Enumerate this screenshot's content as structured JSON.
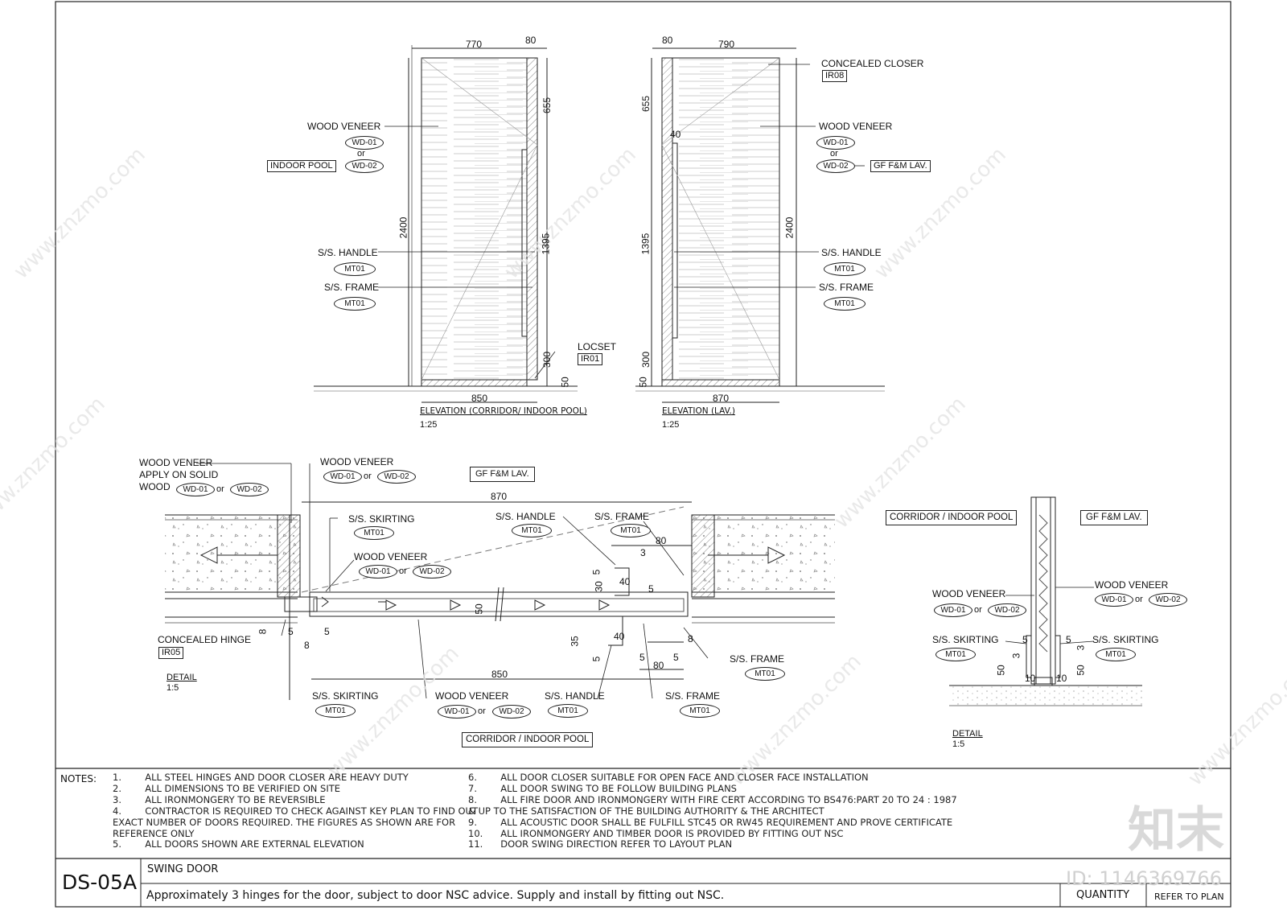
{
  "elevation_left": {
    "dims": {
      "width_top": "770",
      "frame_top": "80",
      "height": "2400",
      "top_seg": "655",
      "mid_seg": "1395",
      "low_seg": "300",
      "base": "50",
      "width_bottom": "850"
    },
    "labels": {
      "veneer": "WOOD VENEER",
      "wd01": "WD-01",
      "or": "or",
      "wd02": "WD-02",
      "location": "INDOOR POOL",
      "handle": "S/S. HANDLE",
      "handle_tag": "MT01",
      "frame": "S/S. FRAME",
      "frame_tag": "MT01",
      "locset": "LOCSET",
      "locset_tag": "IR01"
    },
    "caption": "ELEVATION (CORRIDOR/ INDOOR POOL)",
    "scale": "1:25"
  },
  "elevation_right": {
    "dims": {
      "frame_top": "80",
      "width_top": "790",
      "top_seg": "655",
      "gap": "40",
      "mid_seg": "1395",
      "height": "2400",
      "low_seg": "300",
      "base": "50",
      "width_bottom": "870"
    },
    "labels": {
      "closer": "CONCEALED CLOSER",
      "closer_tag": "IR08",
      "veneer": "WOOD VENEER",
      "wd01": "WD-01",
      "or": "or",
      "wd02": "WD-02",
      "location": "GF F&M LAV.",
      "handle": "S/S. HANDLE",
      "handle_tag": "MT01",
      "frame": "S/S. FRAME",
      "frame_tag": "MT01"
    },
    "caption": "ELEVATION (LAV.)",
    "scale": "1:25"
  },
  "plan_detail": {
    "labels": {
      "veneer_solid_1": "WOOD VENEER",
      "veneer_solid_2": "APPLY ON SOLID",
      "veneer_solid_3": "WOOD",
      "wd01": "WD-01",
      "or": "or",
      "wd02": "WD-02",
      "veneer_top": "WOOD VENEER",
      "lav": "GF F&M LAV.",
      "skirting_top": "S/S. SKIRTING",
      "mt01": "MT01",
      "veneer_mid": "WOOD VENEER",
      "handle_top": "S/S. HANDLE",
      "frame_top": "S/S. FRAME",
      "hinge": "CONCEALED HINGE",
      "hinge_tag": "IR05",
      "frame_right": "S/S. FRAME",
      "skirting_bottom": "S/S. SKIRTING",
      "veneer_bottom": "WOOD VENEER",
      "handle_bottom": "S/S. HANDLE",
      "frame_bottom": "S/S. FRAME",
      "corridor": "CORRIDOR / INDOOR POOL"
    },
    "dims": {
      "overall": "870",
      "door": "850",
      "d80a": "80",
      "d80b": "80",
      "d3": "3",
      "d30": "30",
      "d5a": "5",
      "d40a": "40",
      "d5b": "5",
      "d50": "50",
      "d8a": "8",
      "d5c": "5",
      "d5d": "5",
      "d8b": "8",
      "d35": "35",
      "d40b": "40",
      "d5e": "5",
      "d5f": "5",
      "d8c": "8",
      "d5g": "5"
    },
    "caption": "DETAIL",
    "scale": "1:5"
  },
  "section_detail": {
    "labels": {
      "corridor": "CORRIDOR / INDOOR POOL",
      "lav": "GF F&M LAV.",
      "veneer_l": "WOOD VENEER",
      "veneer_r": "WOOD VENEER",
      "wd01": "WD-01",
      "or": "or",
      "wd02": "WD-02",
      "skirting_l": "S/S. SKIRTING",
      "skirting_r": "S/S. SKIRTING",
      "mt01": "MT01"
    },
    "dims": {
      "d5a": "5",
      "d3a": "3",
      "d5b": "5",
      "d3b": "3",
      "d50a": "50",
      "d10a": "10",
      "d10b": "10",
      "d50b": "50"
    },
    "caption": "DETAIL",
    "scale": "1:5"
  },
  "notes": {
    "title": "NOTES:",
    "col1": "1.        ALL STEEL HINGES AND DOOR CLOSER ARE HEAVY DUTY\n2.        ALL DIMENSIONS TO BE VERIFIED ON SITE\n3.        ALL IRONMONGERY TO BE REVERSIBLE\n4.        CONTRACTOR IS REQUIRED TO CHECK AGAINST KEY PLAN TO FIND OUT\nEXACT NUMBER OF DOORS REQUIRED. THE FIGURES AS SHOWN ARE FOR\nREFERENCE ONLY\n5.        ALL DOORS SHOWN ARE EXTERNAL ELEVATION",
    "col2": "6.        ALL DOOR CLOSER SUITABLE FOR OPEN FACE AND CLOSER FACE INSTALLATION\n7.        ALL DOOR SWING TO BE FOLLOW BUILDING PLANS\n8.        ALL FIRE DOOR AND IRONMONGERY WITH FIRE CERT ACCORDING TO BS476:PART 20 TO 24 : 1987\n& UP TO THE SATISFACTION OF THE BUILDING AUTHORITY & THE ARCHITECT\n9.        ALL ACOUSTIC DOOR SHALL BE FULFILL STC45 OR RW45 REQUIREMENT AND PROVE CERTIFICATE\n10.      ALL IRONMONGERY AND TIMBER DOOR IS PROVIDED BY FITTING OUT NSC\n11.      DOOR SWING DIRECTION REFER TO LAYOUT PLAN"
  },
  "title_block": {
    "code": "DS-05A",
    "name": "SWING DOOR",
    "description": "Approximately 3 hinges for the door, subject to door NSC advice. Supply and install by fitting out NSC.",
    "quantity_label": "QUANTITY",
    "quantity_value": "REFER TO PLAN"
  },
  "watermark": {
    "brand": "知末",
    "id": "ID: 1146369766",
    "site": "www.znzmo.com"
  }
}
